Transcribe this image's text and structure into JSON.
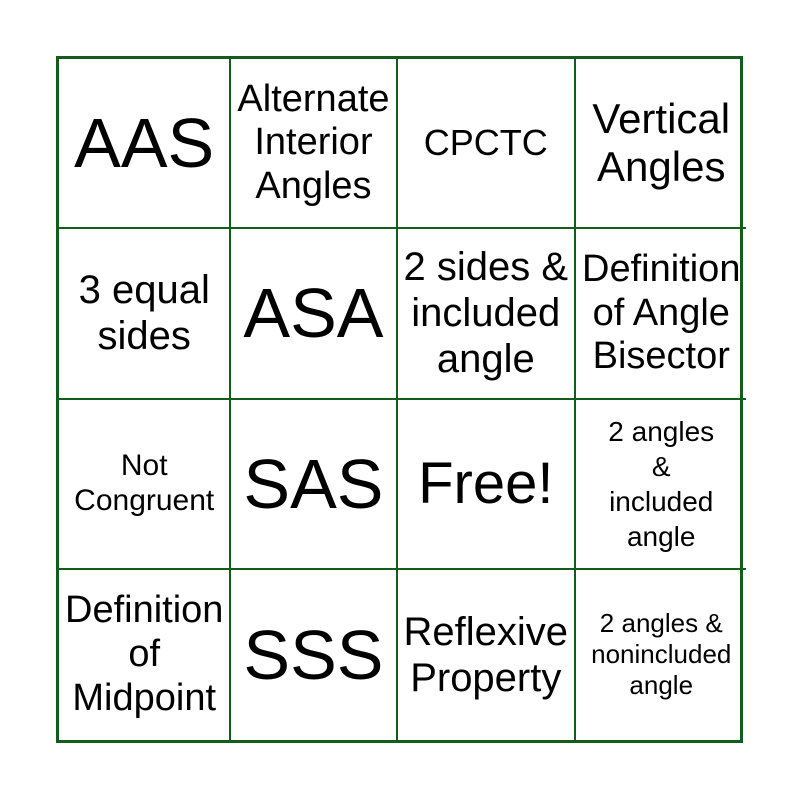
{
  "colors": {
    "grid_green": "#135c1b",
    "text": "#000000",
    "background": "#ffffff"
  },
  "card": {
    "rows": 4,
    "cols": 4,
    "cells": [
      {
        "text": "AAS"
      },
      {
        "text": "Alternate\nInterior\nAngles"
      },
      {
        "text": "CPCTC"
      },
      {
        "text": "Vertical\nAngles"
      },
      {
        "text": "3 equal\nsides"
      },
      {
        "text": "ASA"
      },
      {
        "text": "2 sides &\nincluded\nangle"
      },
      {
        "text": "Definition\nof Angle\nBisector"
      },
      {
        "text": "Not\nCongruent"
      },
      {
        "text": "SAS"
      },
      {
        "text": "Free!"
      },
      {
        "text": "2 angles\n&\nincluded\nangle"
      },
      {
        "text": "Definition\nof\nMidpoint"
      },
      {
        "text": "SSS"
      },
      {
        "text": "Reflexive\nProperty"
      },
      {
        "text": "2 angles &\nnonincluded\nangle"
      }
    ]
  }
}
